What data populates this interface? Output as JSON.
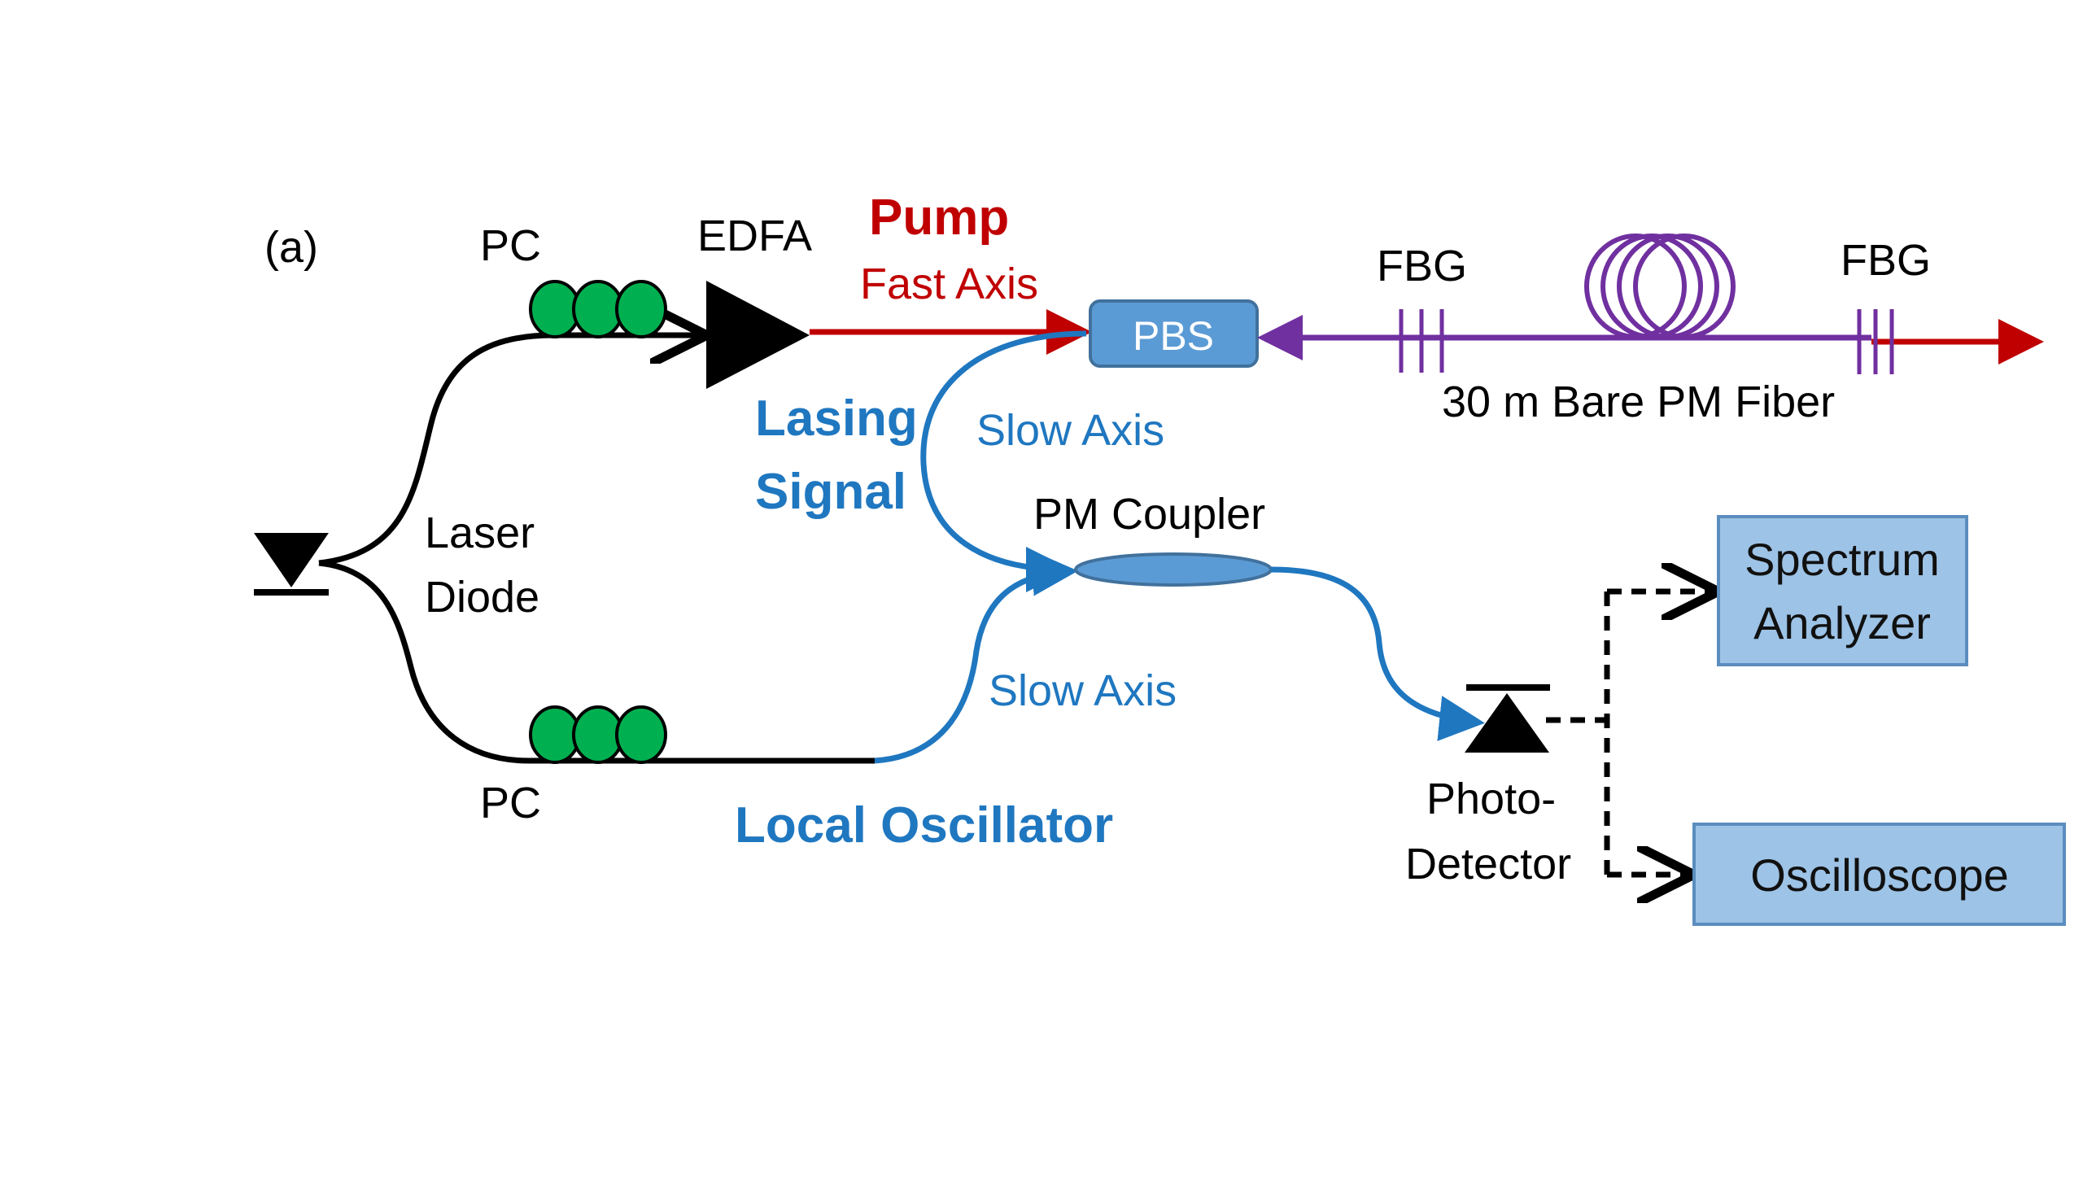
{
  "diagram": {
    "panel_label": "(a)",
    "pc_top_label": "PC",
    "pc_bottom_label": "PC",
    "edfa_label": "EDFA",
    "pump_label": "Pump",
    "fast_axis_label": "Fast Axis",
    "pbs_label": "PBS",
    "fbg_left_label": "FBG",
    "fbg_right_label": "FBG",
    "fiber_label": "30 m Bare PM Fiber",
    "lasing_label_line1": "Lasing",
    "lasing_label_line2": "Signal",
    "slow_axis_upper_label": "Slow Axis",
    "slow_axis_lower_label": "Slow Axis",
    "pm_coupler_label": "PM Coupler",
    "laser_diode_line1": "Laser",
    "laser_diode_line2": "Diode",
    "local_oscillator_label": "Local Oscillator",
    "photodetector_line1": "Photo-",
    "photodetector_line2": "Detector",
    "spectrum_analyzer_line1": "Spectrum",
    "spectrum_analyzer_line2": "Analyzer",
    "oscilloscope_label": "Oscilloscope"
  },
  "colors": {
    "fiber_black": "#000000",
    "pump_red": "#c00000",
    "signal_blue": "#1f77c0",
    "cavity_purple": "#7030a0",
    "pc_green": "#00b050",
    "box_fill": "#9dc3e6",
    "pbs_fill": "#5b9bd5"
  }
}
